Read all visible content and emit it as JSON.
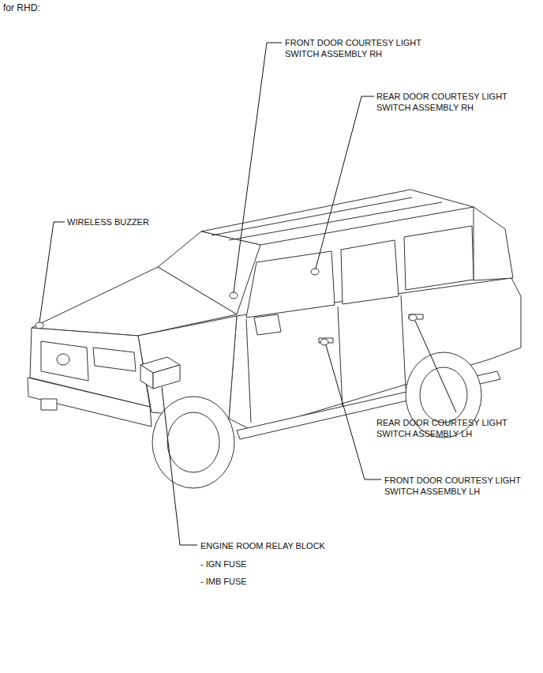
{
  "diagram": {
    "labels": [
      "for RHD:",
      "FRONT DOOR COURTESY LIGHT SWITCH ASSEMBLY RH",
      "REAR DOOR COURTESY LIGHT SWITCH ASSEMBLY RH",
      "WIRELESS BUZZER",
      "REAR DOOR COURTESY LIGHT SWITCH ASSEMBLY LH",
      "FRONT DOOR COURTESY LIGHT SWITCH ASSEMBLY LH",
      "ENGINE ROOM RELAY BLOCK",
      "- IGN FUSE",
      "- IMB FUSE"
    ]
  }
}
